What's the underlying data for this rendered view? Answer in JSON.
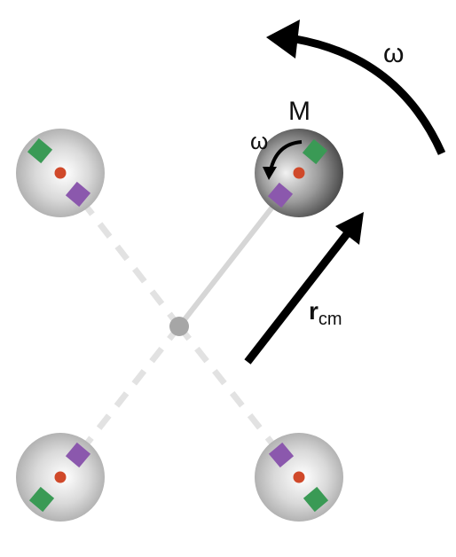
{
  "labels": {
    "mass": "M",
    "omega_orbit": "ω",
    "omega_spin": "ω",
    "r_main": "r",
    "r_sub": "cm"
  },
  "colors": {
    "arm_dashed": "#e2e2e2",
    "arm_solid": "#d6d6d6",
    "pivot": "#a6a6a6",
    "green_marker": "#3a9a55",
    "purple_marker": "#8b58ad",
    "center_dot": "#d0492a",
    "arrow": "#000000"
  }
}
